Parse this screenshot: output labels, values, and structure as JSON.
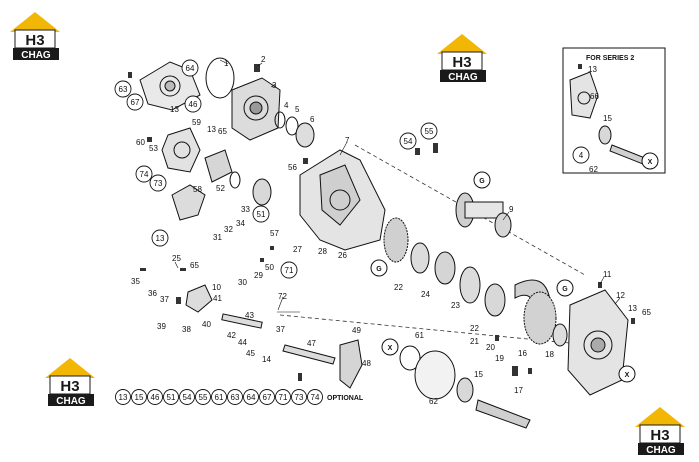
{
  "logo": {
    "mark": "H3",
    "brand": "CHAG",
    "colors": {
      "yellow": "#f2b705",
      "dark": "#1a1a1a",
      "white": "#ffffff"
    }
  },
  "diagram": {
    "inset_title": "FOR SERIES 2",
    "optional_label": "OPTIONAL",
    "optional_codes": [
      "13",
      "15",
      "46",
      "51",
      "54",
      "55",
      "61",
      "63",
      "64",
      "67",
      "71",
      "73",
      "74"
    ],
    "plain_labels": {
      "n1": "1",
      "n2": "2",
      "n3": "3",
      "n4": "4",
      "n5": "5",
      "n6": "6",
      "n7": "7",
      "n9": "9",
      "n10": "10",
      "n11": "11",
      "n12": "12",
      "n13a": "13",
      "n13b": "13",
      "n13c": "13",
      "n14": "14",
      "n15a": "15",
      "n15b": "15",
      "n16": "16",
      "n17": "17",
      "n18": "18",
      "n19": "19",
      "n20": "20",
      "n21": "21",
      "n22a": "22",
      "n22b": "22",
      "n23": "23",
      "n24": "24",
      "n25": "25",
      "n26": "26",
      "n27": "27",
      "n28": "28",
      "n29": "29",
      "n30": "30",
      "n31": "31",
      "n32": "32",
      "n33": "33",
      "n34": "34",
      "n35": "35",
      "n36": "36",
      "n37a": "37",
      "n37b": "37",
      "n38": "38",
      "n39": "39",
      "n40": "40",
      "n41": "41",
      "n42": "42",
      "n43": "43",
      "n44": "44",
      "n45": "45",
      "n47": "47",
      "n48": "48",
      "n49": "49",
      "n50": "50",
      "n52": "52",
      "n53": "53",
      "n56": "56",
      "n57": "57",
      "n58": "58",
      "n59": "59",
      "n60": "60",
      "n62a": "62",
      "n62b": "62",
      "n65a": "65",
      "n65b": "65",
      "n65c": "65",
      "n66": "66",
      "n72": "72",
      "n4b": "4"
    },
    "circled_labels": {
      "c64": "64",
      "c63": "63",
      "c67": "67",
      "c46": "46",
      "c74": "74",
      "c73": "73",
      "c51": "51",
      "c54": "54",
      "c55": "55",
      "c13": "13",
      "c71": "71",
      "c61": "61",
      "c4": "4"
    },
    "letter_labels": {
      "gA": "G",
      "gB": "G",
      "gC": "G",
      "xA": "X",
      "xB": "X",
      "xC": "X"
    }
  }
}
